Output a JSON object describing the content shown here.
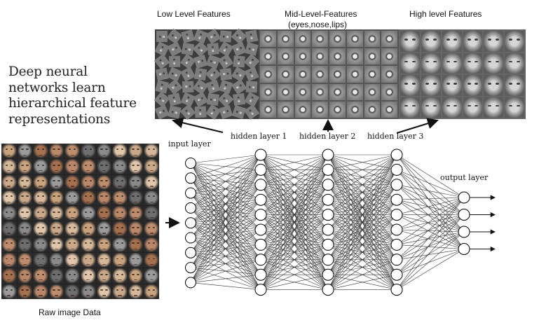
{
  "headline": {
    "lines": [
      "Deep neural",
      "networks learn",
      "hierarchical feature",
      "representations"
    ]
  },
  "features": {
    "low_label": "Low Level Features",
    "mid_label": "Mid-Level-Features",
    "mid_sublabel": "(eyes,nose,lips)",
    "high_label": "High level Features"
  },
  "network": {
    "input_label": "input layer",
    "hidden_labels": [
      "hidden layer 1",
      "hidden layer 2",
      "hidden layer 3"
    ],
    "output_label": "output layer",
    "layer_sizes": [
      9,
      10,
      10,
      10,
      4
    ]
  },
  "raw_data": {
    "caption": "Raw image Data"
  },
  "colors": {
    "node_stroke": "#000000",
    "edge": "#333333",
    "face_tones": [
      "#c9a27e",
      "#b9876a",
      "#8a8a8a",
      "#d6b89a",
      "#a47050",
      "#6e6e6e",
      "#caa98a",
      "#9b9b9b",
      "#bd8d6d",
      "#e0c6aa"
    ]
  }
}
